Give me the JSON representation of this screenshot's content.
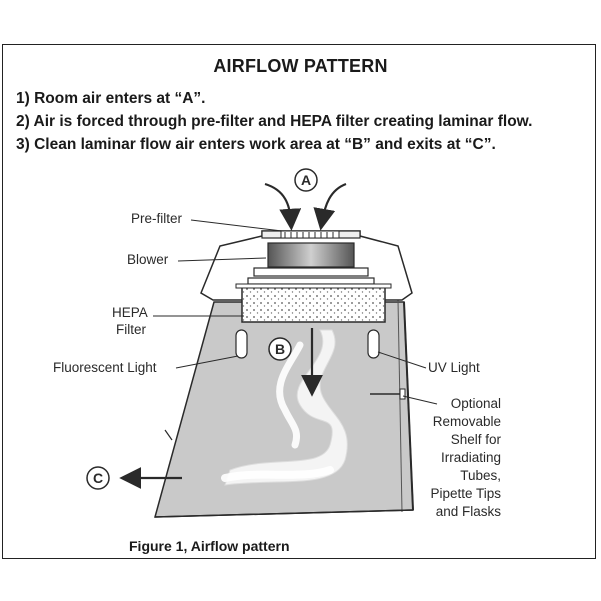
{
  "title": "AIRFLOW PATTERN",
  "steps": [
    "1) Room air enters at “A”.",
    "2) Air is forced through pre-filter and HEPA filter creating laminar flow.",
    "3) Clean laminar flow air enters work area at “B” and exits at “C”."
  ],
  "markers": {
    "a": "A",
    "b": "B",
    "c": "C"
  },
  "labels": {
    "prefilter": "Pre-filter",
    "blower": "Blower",
    "hepa_line1": "HEPA",
    "hepa_line2": "Filter",
    "fluorescent": "Fluorescent Light",
    "uv": "UV Light",
    "shelf_lines": [
      "Optional",
      "Removable",
      "Shelf for",
      "Irradiating",
      "Tubes,",
      "Pipette Tips",
      "and Flasks"
    ]
  },
  "caption": "Figure 1, Airflow pattern",
  "colors": {
    "cabinet_fill": "#c9c9c9",
    "line": "#2a2a2a",
    "airflow": "#f2f2f2"
  }
}
